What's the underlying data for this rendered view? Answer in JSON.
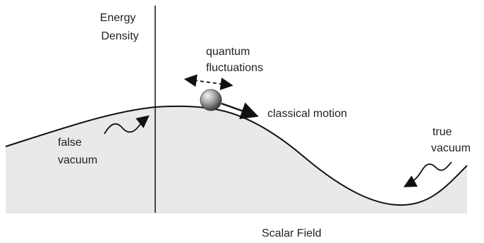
{
  "diagram": {
    "axes": {
      "y_label_line1": "Energy",
      "y_label_line2": "Density",
      "x_label": "Scalar Field"
    },
    "annotations": {
      "quantum_line1": "quantum",
      "quantum_line2": "fluctuations",
      "classical_motion": "classical motion",
      "false_vacuum_line1": "false",
      "false_vacuum_line2": "vacuum",
      "true_vacuum_line1": "true",
      "true_vacuum_line2": "vacuum"
    },
    "colors": {
      "curve": "#111111",
      "fill": "#e9e9ec",
      "ball_light": "#f2f2f2",
      "ball_dark": "#555555"
    },
    "icons": {
      "ball": "sphere",
      "quantum_arrow": "dashed-double-arrow",
      "classical_arrow": "solid-arrow",
      "wavy_arrows": "wavy-arrow"
    }
  }
}
